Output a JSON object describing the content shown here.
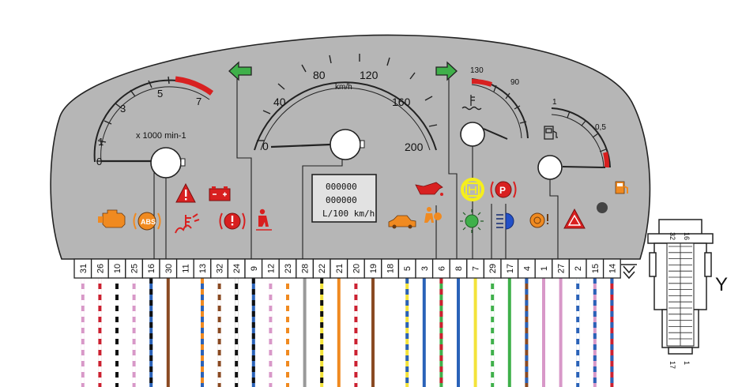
{
  "tachometer": {
    "scale_labels": [
      "0",
      "1",
      "3",
      "5",
      "7"
    ],
    "unit": "x 1000 min-1"
  },
  "speedometer": {
    "scale_labels": [
      "0",
      "40",
      "80",
      "120",
      "160",
      "200"
    ],
    "unit": "km/h"
  },
  "temp_gauge": {
    "scale_labels": [
      "130",
      "90"
    ]
  },
  "fuel_gauge": {
    "scale_labels": [
      "1",
      "0,5"
    ]
  },
  "odometer": {
    "lines": [
      "000000",
      "000000",
      "L/100 km/h"
    ]
  },
  "connector": {
    "pins": [
      "31",
      "26",
      "10",
      "25",
      "16",
      "30",
      "11",
      "13",
      "32",
      "24",
      "9",
      "12",
      "23",
      "28",
      "22",
      "21",
      "20",
      "19",
      "18",
      "5",
      "3",
      "6",
      "8",
      "7",
      "29",
      "17",
      "4",
      "1",
      "27",
      "2",
      "15",
      "14"
    ],
    "wire_colors": [
      [
        "#d898c8",
        "#ffffff"
      ],
      [
        "#cc2030",
        "#ffffff"
      ],
      [
        "#111111",
        "#ffffff"
      ],
      [
        "#d898c8",
        "#ffffff"
      ],
      [
        "#2a62b8",
        "#111111"
      ],
      [
        "#8a4a22",
        "#8a4a22"
      ],
      [
        "#ffffff",
        "#ffffff"
      ],
      [
        "#2a62b8",
        "#f08a20"
      ],
      [
        "#8a4a22",
        "#ffffff"
      ],
      [
        "#111111",
        "#ffffff"
      ],
      [
        "#2a62b8",
        "#111111"
      ],
      [
        "#d898c8",
        "#ffffff"
      ],
      [
        "#f08a20",
        "#ffffff"
      ],
      [
        "#999999",
        "#999999"
      ],
      [
        "#f3e33a",
        "#111111"
      ],
      [
        "#f08a20",
        "#f08a20"
      ],
      [
        "#cc2030",
        "#ffffff"
      ],
      [
        "#8a4a22",
        "#8a4a22"
      ],
      [
        "#ffffff",
        "#ffffff"
      ],
      [
        "#f3e33a",
        "#2a62b8"
      ],
      [
        "#2a62b8",
        "#2a62b8"
      ],
      [
        "#3fb04a",
        "#cc2030"
      ],
      [
        "#2a62b8",
        "#2a62b8"
      ],
      [
        "#f3e33a",
        "#f3e33a"
      ],
      [
        "#3fb04a",
        "#ffffff"
      ],
      [
        "#3fb04a",
        "#3fb04a"
      ],
      [
        "#8a4a22",
        "#2a62b8"
      ],
      [
        "#d898c8",
        "#d898c8"
      ],
      [
        "#d898c8",
        "#d898c8"
      ],
      [
        "#2a62b8",
        "#ffffff"
      ],
      [
        "#d898c8",
        "#2a62b8"
      ],
      [
        "#cc2030",
        "#2a62b8"
      ]
    ]
  },
  "connector_block": {
    "pin_labels": [
      "32",
      "16",
      "17",
      "1"
    ],
    "name": "Y"
  },
  "colors": {
    "cluster_fill": "#b6b6b6",
    "amber": "#f08a20",
    "red": "#d82020",
    "green": "#3fb04a",
    "blue": "#2250c8",
    "highlight": "#f6ef1c"
  },
  "icons": [
    "left-turn-arrow-icon",
    "right-turn-arrow-icon",
    "engine-check-icon",
    "abs-icon",
    "warning-triangle-icon",
    "coolant-temp-icon",
    "battery-icon",
    "brake-warning-icon",
    "seatbelt-icon",
    "oil-pressure-icon",
    "airbag-icon",
    "car-door-icon",
    "glow-plug-icon",
    "parking-brake-icon",
    "position-light-icon",
    "high-beam-icon",
    "steering-warning-icon",
    "hazard-icon",
    "fuel-pump-icon",
    "fuel-reserve-icon",
    "ground-icon"
  ]
}
